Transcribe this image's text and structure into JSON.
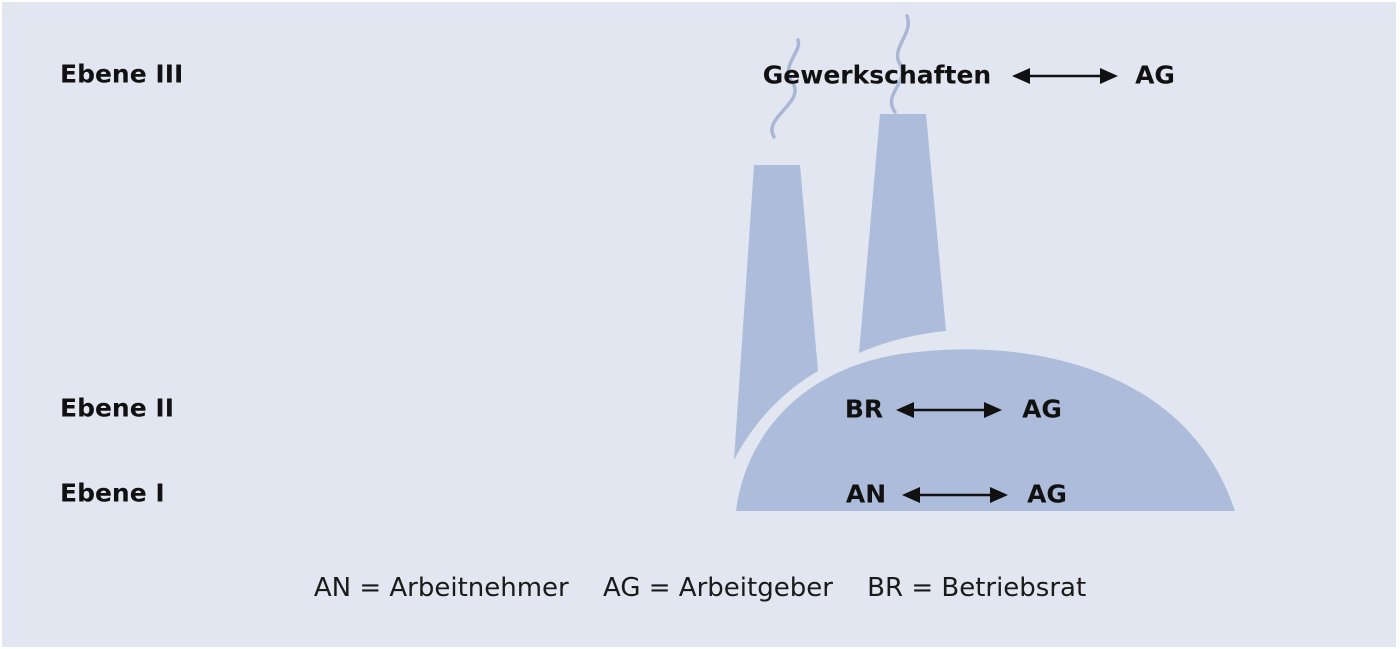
{
  "levels": {
    "level3": "Ebene III",
    "level2": "Ebene II",
    "level1": "Ebene I"
  },
  "nodes": {
    "unions": "Gewerkschaften",
    "level3_employer": "AG",
    "works_council": "BR",
    "level2_employer": "AG",
    "employees": "AN",
    "level1_employer": "AG"
  },
  "legend": {
    "an": "AN = Arbeitnehmer",
    "ag": "AG = Arbeitgeber",
    "br": "BR = Betriebsrat"
  },
  "colors": {
    "background": "#e2e6f0",
    "factory": "#adbcdb",
    "text": "#111111"
  },
  "icons": {
    "factory": "factory-icon",
    "smoke": "smoke-icon",
    "arrow": "double-arrow-icon"
  }
}
